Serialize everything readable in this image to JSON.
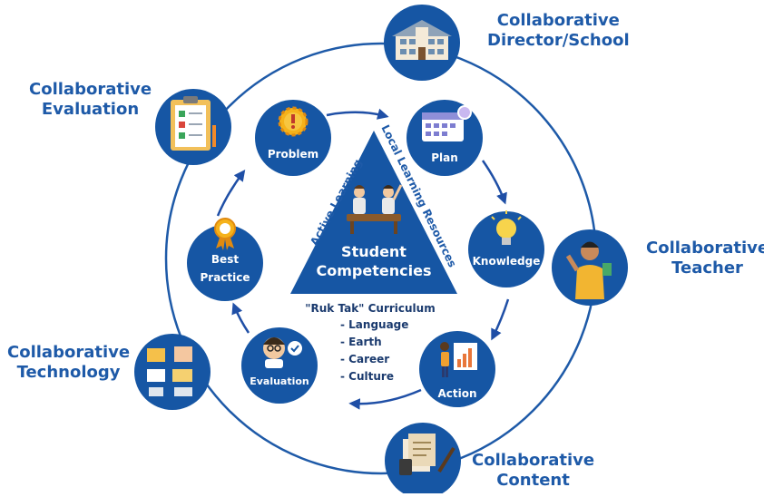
{
  "colors": {
    "primary": "#1e5aa8",
    "node_fill": "#1656a4",
    "ring": "#1e5aa8",
    "arrow": "#1f4fa6",
    "text_on_dark": "#ffffff"
  },
  "outer_nodes": {
    "director_school": {
      "line1": "Collaborative",
      "line2": "Director/School",
      "icon": "school-building-icon"
    },
    "teacher": {
      "line1": "Collaborative",
      "line2": "Teacher",
      "icon": "teacher-icon"
    },
    "content": {
      "line1": "Collaborative",
      "line2": "Content",
      "icon": "documents-pen-icon"
    },
    "technology": {
      "line1": "Collaborative",
      "line2": "Technology",
      "icon": "devices-files-icon"
    },
    "evaluation": {
      "line1": "Collaborative",
      "line2": "Evaluation",
      "icon": "clipboard-checklist-icon"
    }
  },
  "cycle_nodes": {
    "problem": {
      "label": "Problem",
      "icon": "gear-exclamation-icon"
    },
    "plan": {
      "label": "Plan",
      "icon": "calendar-icon"
    },
    "knowledge": {
      "label": "Knowledge",
      "icon": "lightbulb-icon"
    },
    "action": {
      "label": "Action",
      "icon": "presenter-board-icon"
    },
    "evaluation": {
      "label": "Evaluation",
      "icon": "evaluator-icon"
    },
    "best_practice": {
      "line1": "Best",
      "line2": "Practice",
      "icon": "award-badge-icon"
    }
  },
  "triangle": {
    "line1": "Student",
    "line2": "Competencies",
    "left_side": "Active Learning",
    "right_side": "Local Learning Resources",
    "icon": "students-at-desk-icon"
  },
  "curriculum": {
    "title": "\"Ruk Tak\" Curriculum",
    "items": [
      "- Language",
      "- Earth",
      "- Career",
      "- Culture"
    ]
  }
}
